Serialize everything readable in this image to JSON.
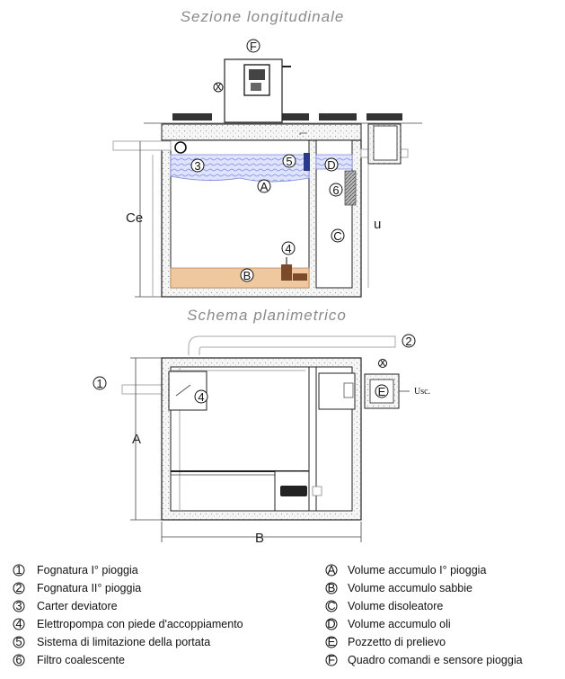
{
  "titles": {
    "longitudinal": "Sezione longitudinale",
    "plan": "Schema planimetrico"
  },
  "markers": {
    "n1": "1",
    "n2": "2",
    "n3": "3",
    "n4": "4",
    "n5": "5",
    "n6": "6",
    "A": "A",
    "B": "B",
    "C": "C",
    "D": "D",
    "E": "E",
    "F": "F"
  },
  "dimensions": {
    "ce": "Ce",
    "u": "u",
    "A": "A",
    "B": "B"
  },
  "outlet_label": "Usc.",
  "legend": {
    "left": [
      {
        "num": "1",
        "text": "Fognatura I° pioggia"
      },
      {
        "num": "2",
        "text": "Fognatura II° pioggia"
      },
      {
        "num": "3",
        "text": "Carter deviatore"
      },
      {
        "num": "4",
        "text": "Elettropompa con piede d'accoppiamento"
      },
      {
        "num": "5",
        "text": "Sistema di limitazione della portata"
      },
      {
        "num": "6",
        "text": "Filtro coalescente"
      }
    ],
    "right": [
      {
        "letter": "A",
        "text": "Volume accumulo I° pioggia"
      },
      {
        "letter": "B",
        "text": "Volume accumulo sabbie"
      },
      {
        "letter": "C",
        "text": "Volume disoleatore"
      },
      {
        "letter": "D",
        "text": "Volume accumulo oli"
      },
      {
        "letter": "E",
        "text": "Pozzetto di prelievo"
      },
      {
        "letter": "F",
        "text": "Quadro comandi e sensore pioggia"
      }
    ]
  },
  "colors": {
    "water": "#9aa6e8",
    "sand": "#f0c8a0",
    "pump": "#7a4a2a",
    "valve": "#2a3a8a",
    "filter": "#888888"
  }
}
